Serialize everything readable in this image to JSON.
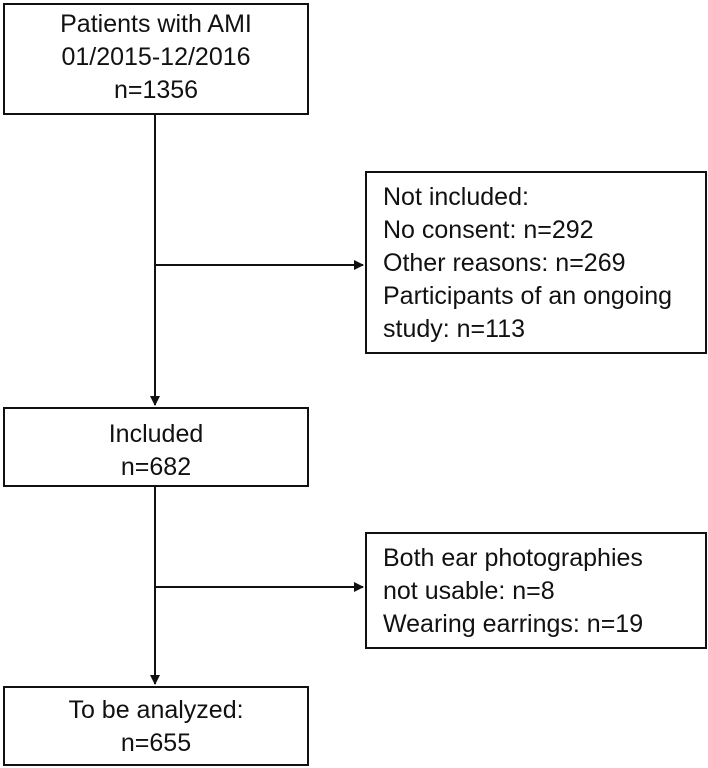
{
  "boxes": {
    "patients": {
      "lines": [
        "Patients with AMI",
        "01/2015-12/2016",
        "n=1356"
      ]
    },
    "not_included": {
      "lines": [
        "Not included:",
        "No consent: n=292",
        "Other reasons: n=269",
        "Participants of an ongoing",
        "study: n=113"
      ]
    },
    "included": {
      "lines": [
        "Included",
        "n=682"
      ]
    },
    "excluded_ear": {
      "lines": [
        "Both ear photographies",
        "not usable: n=8",
        "Wearing earrings: n=19"
      ]
    },
    "analyzed": {
      "lines": [
        "To be analyzed:",
        "n=655"
      ]
    }
  }
}
